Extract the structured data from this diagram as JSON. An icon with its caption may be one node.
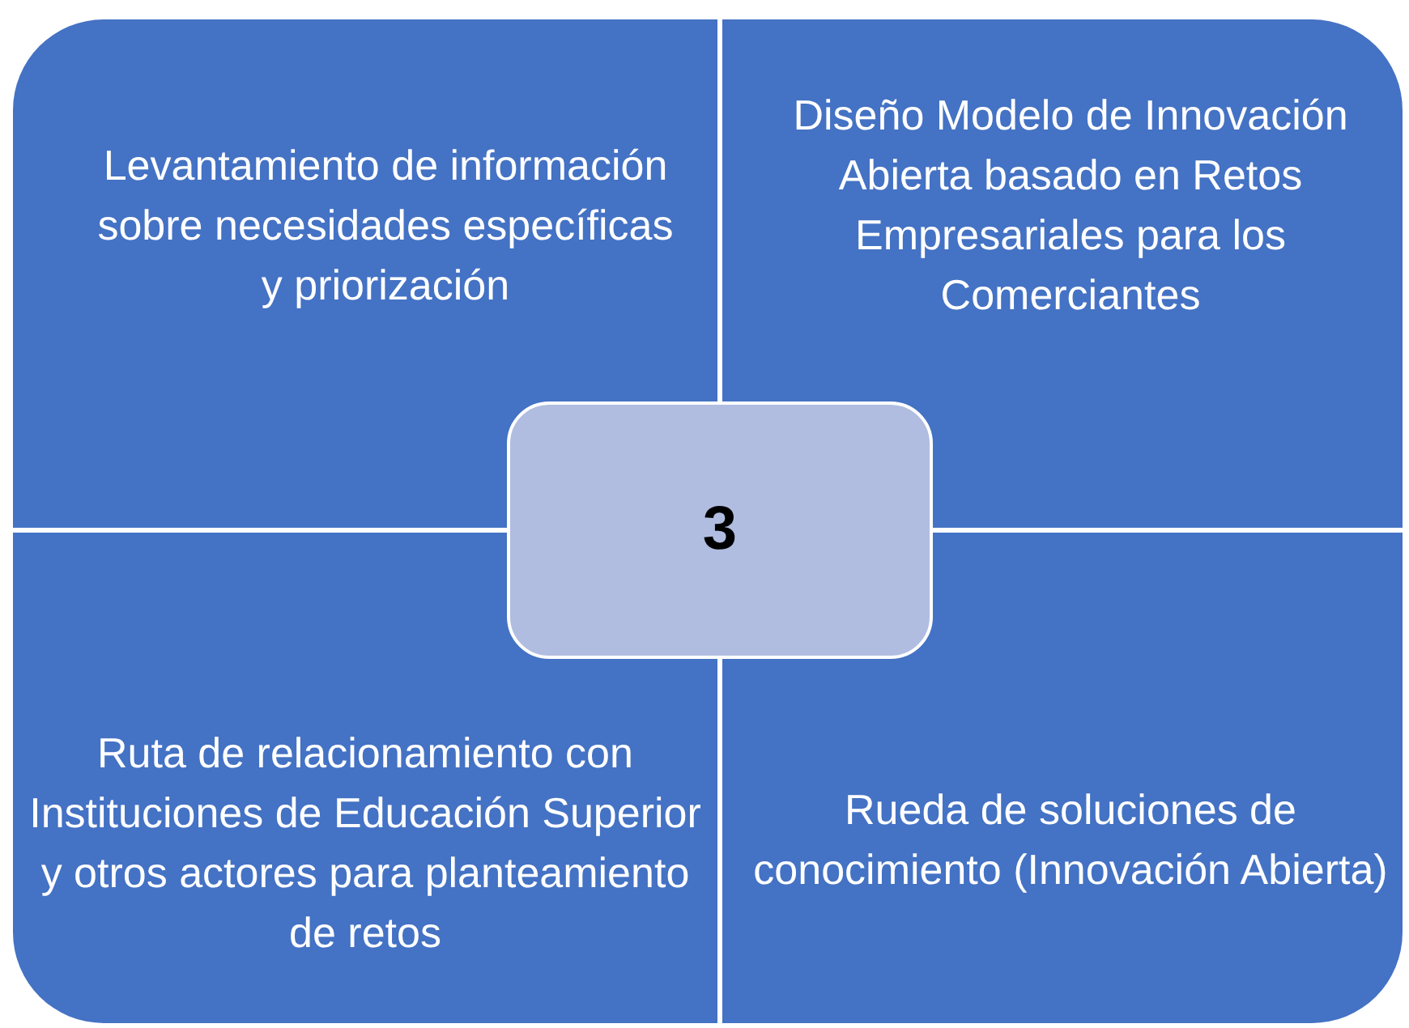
{
  "diagram": {
    "nodes": [
      {
        "text": [
          "Levantamiento de información sobre necesidades específicas y priorización"
        ]
      },
      {
        "text": [
          "Diseño Modelo de Innovación Abierta basado en Retos Empresariales para los Comerciantes"
        ]
      },
      {
        "text": [
          "Ruta de relacionamiento con Instituciones de Educación Superior y otros actores para planteamiento de retos"
        ]
      },
      {
        "text": [
          "Rueda de soluciones de conocimiento (Innovación Abierta)"
        ]
      },
      {
        "text": [
          "3"
        ]
      }
    ]
  }
}
